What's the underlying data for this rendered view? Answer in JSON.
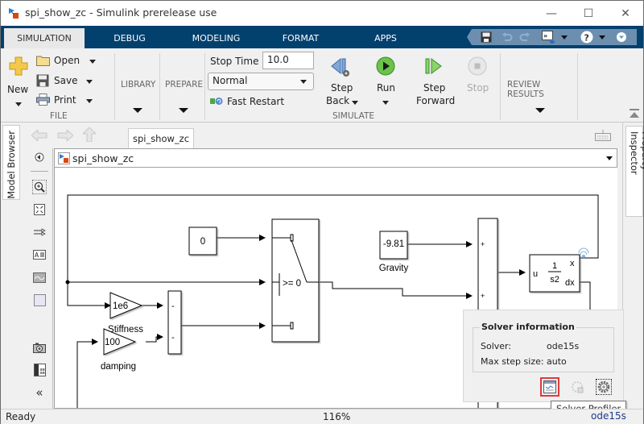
{
  "window": {
    "title": "spi_show_zc - Simulink prerelease use",
    "controls": {
      "minimize": "—",
      "maximize": "☐",
      "close": "✕"
    }
  },
  "ribbon_tabs": [
    {
      "label": "SIMULATION",
      "active": true
    },
    {
      "label": "DEBUG",
      "active": false
    },
    {
      "label": "MODELING",
      "active": false
    },
    {
      "label": "FORMAT",
      "active": false
    },
    {
      "label": "APPS",
      "active": false
    }
  ],
  "quick_access": [
    "save-icon",
    "undo-icon",
    "redo-icon",
    "command-icon",
    "help-icon",
    "options-icon"
  ],
  "ribbon": {
    "file": {
      "group_label": "FILE",
      "new_label": "New",
      "open_label": "Open",
      "save_label": "Save",
      "print_label": "Print"
    },
    "library_label": "LIBRARY",
    "prepare_label": "PREPARE",
    "simulate": {
      "group_label": "SIMULATE",
      "stop_time_label": "Stop Time",
      "stop_time_value": "10.0",
      "mode_value": "Normal",
      "fast_restart_label": "Fast Restart",
      "step_back_label_1": "Step",
      "step_back_label_2": "Back",
      "run_label": "Run",
      "step_forward_label_1": "Step",
      "step_forward_label_2": "Forward",
      "stop_label": "Stop"
    },
    "review_results_label": "REVIEW RESULTS"
  },
  "side_tabs": {
    "model_browser": "Model Browser",
    "property_inspector": "Property Inspector"
  },
  "editor": {
    "file_tab": "spi_show_zc",
    "breadcrumb": "spi_show_zc"
  },
  "diagram": {
    "blocks": {
      "const_zero": "0",
      "gravity_value": "-9.81",
      "gravity_label": "Gravity",
      "stiffness_gain": "1e6",
      "stiffness_label": "Stiffness",
      "damping_gain": "100",
      "damping_label": "damping",
      "switch_threshold": ">= 0",
      "sum_left_sign_1": "-",
      "sum_left_sign_2": "-",
      "sum_right_sign_1": "+",
      "sum_right_sign_2": "+",
      "integrator_in": "u",
      "integrator_num": "1",
      "integrator_den": "s2",
      "integrator_out_x": "x",
      "integrator_out_dx": "dx"
    }
  },
  "solver_popup": {
    "title": "Solver information",
    "solver_label": "Solver:",
    "solver_value": "ode15s",
    "max_step_label": "Max step size:",
    "max_step_value": "auto",
    "tooltip": "Solver Profiler"
  },
  "status_bar": {
    "left": "Ready",
    "zoom": "116%",
    "solver": "ode15s"
  },
  "colors": {
    "tab_strip": "#02406e",
    "run_green": "#3cae3c",
    "highlight_red": "#e0393e"
  }
}
